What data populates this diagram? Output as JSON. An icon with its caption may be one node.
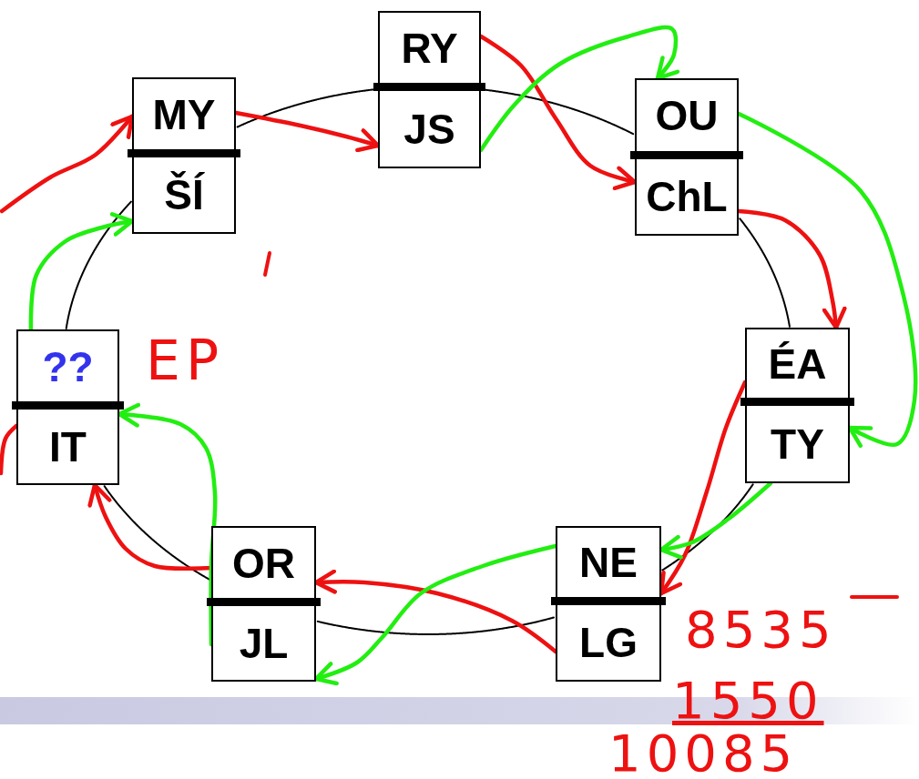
{
  "diagram": {
    "nodes": [
      {
        "text": [
          "MY",
          "ŠÍ"
        ]
      },
      {
        "text": [
          "RY",
          "JS"
        ]
      },
      {
        "text": [
          "OU",
          "ChL"
        ]
      },
      {
        "text": [
          "ÉA",
          "TY"
        ]
      },
      {
        "text": [
          "NE",
          "LG"
        ]
      },
      {
        "text": [
          "OR",
          "JL"
        ]
      },
      {
        "text": [
          "??",
          "IT"
        ]
      },
      {
        "text": [],
        "shape": "bar"
      }
    ],
    "edges": [
      {
        "from": 0,
        "to": 1,
        "arrow": "none",
        "color": "#000000"
      },
      {
        "from": 1,
        "to": 2,
        "arrow": "none",
        "color": "#000000"
      },
      {
        "from": 2,
        "to": 3,
        "arrow": "none",
        "color": "#000000"
      },
      {
        "from": 3,
        "to": 4,
        "arrow": "none",
        "color": "#000000"
      },
      {
        "from": 4,
        "to": 5,
        "arrow": "none",
        "color": "#000000"
      },
      {
        "from": 5,
        "to": 6,
        "arrow": "none",
        "color": "#000000"
      },
      {
        "from": 6,
        "to": 0,
        "arrow": "none",
        "color": "#000000"
      },
      {
        "from": null,
        "to": 0,
        "arrow": "to",
        "color": "#ee1111"
      },
      {
        "from": 0,
        "to": 1,
        "arrow": "to",
        "color": "#ee1111"
      },
      {
        "from": 1,
        "to": 2,
        "arrow": "to",
        "color": "#ee1111"
      },
      {
        "from": 2,
        "to": 3,
        "arrow": "to",
        "color": "#ee1111"
      },
      {
        "from": 3,
        "to": 4,
        "arrow": "to",
        "color": "#ee1111"
      },
      {
        "from": 4,
        "to": 5,
        "arrow": "to",
        "color": "#ee1111"
      },
      {
        "from": 5,
        "to": 6,
        "arrow": "to",
        "color": "#ee1111"
      },
      {
        "from": 6,
        "to": null,
        "arrow": "none",
        "color": "#ee1111"
      },
      {
        "from": 1,
        "to": 2,
        "arrow": "to",
        "color": "#22ee11"
      },
      {
        "from": 2,
        "to": 3,
        "arrow": "to",
        "color": "#22ee11"
      },
      {
        "from": 3,
        "to": 4,
        "arrow": "to",
        "color": "#22ee11"
      },
      {
        "from": 4,
        "to": 5,
        "arrow": "to",
        "color": "#22ee11"
      },
      {
        "from": 5,
        "to": 6,
        "arrow": "to",
        "color": "#22ee11"
      },
      {
        "from": 6,
        "to": 0,
        "arrow": "to",
        "color": "#22ee11"
      }
    ],
    "labels": [
      "EP",
      "8535",
      "1550",
      "10085"
    ]
  }
}
